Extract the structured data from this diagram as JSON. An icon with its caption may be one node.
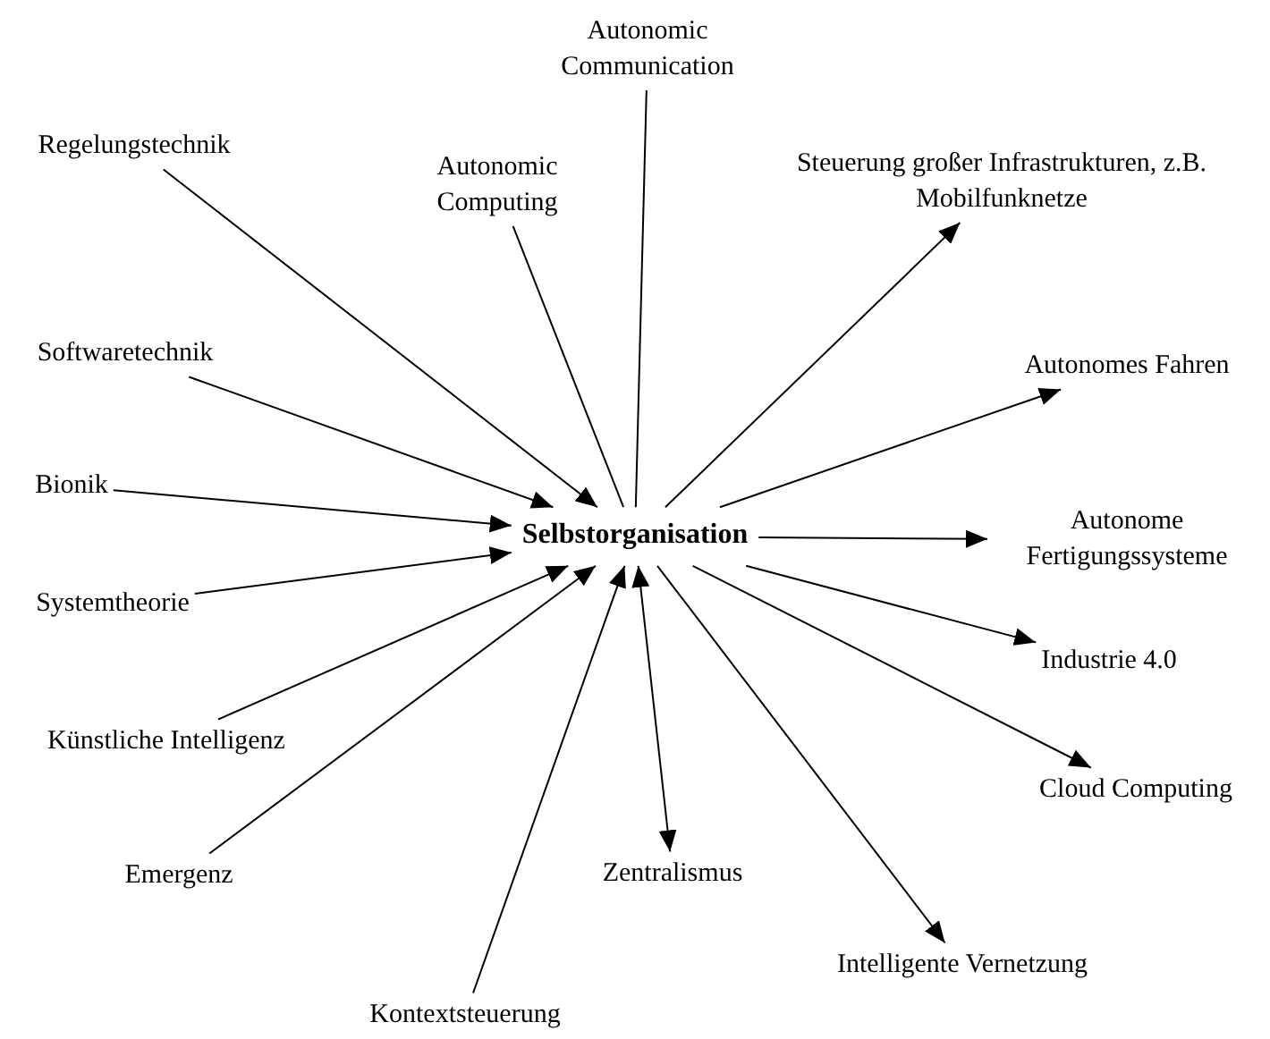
{
  "diagram": {
    "nodes": [
      {
        "text": [
          "Selbstorganisation"
        ]
      },
      {
        "text": [
          "Regelungstechnik"
        ]
      },
      {
        "text": [
          "Softwaretechnik"
        ]
      },
      {
        "text": [
          "Bionik"
        ]
      },
      {
        "text": [
          "Systemtheorie"
        ]
      },
      {
        "text": [
          "Künstliche Intelligenz"
        ]
      },
      {
        "text": [
          "Emergenz"
        ]
      },
      {
        "text": [
          "Kontextsteuerung"
        ]
      },
      {
        "text": [
          "Autonomic Computing"
        ]
      },
      {
        "text": [
          "Autonomic Communication"
        ]
      },
      {
        "text": [
          "Zentralismus"
        ]
      },
      {
        "text": [
          "Steuerung großer Infrastrukturen, z.B. Mobilfunknetze"
        ]
      },
      {
        "text": [
          "Autonomes Fahren"
        ]
      },
      {
        "text": [
          "Autonome Fertigungssysteme"
        ]
      },
      {
        "text": [
          "Industrie 4.0"
        ]
      },
      {
        "text": [
          "Cloud Computing"
        ]
      },
      {
        "text": [
          "Intelligente Vernetzung"
        ]
      }
    ],
    "edges": [
      {
        "from": 1,
        "to": 0,
        "arrow": "to"
      },
      {
        "from": 2,
        "to": 0,
        "arrow": "to"
      },
      {
        "from": 3,
        "to": 0,
        "arrow": "to"
      },
      {
        "from": 4,
        "to": 0,
        "arrow": "to"
      },
      {
        "from": 5,
        "to": 0,
        "arrow": "to"
      },
      {
        "from": 6,
        "to": 0,
        "arrow": "to"
      },
      {
        "from": 7,
        "to": 0,
        "arrow": "to"
      },
      {
        "from": 8,
        "to": 0,
        "arrow": "none"
      },
      {
        "from": 9,
        "to": 0,
        "arrow": "none"
      },
      {
        "from": 0,
        "to": 10,
        "arrow": "both"
      },
      {
        "from": 0,
        "to": 11,
        "arrow": "to"
      },
      {
        "from": 0,
        "to": 12,
        "arrow": "to"
      },
      {
        "from": 0,
        "to": 13,
        "arrow": "to"
      },
      {
        "from": 0,
        "to": 14,
        "arrow": "to"
      },
      {
        "from": 0,
        "to": 15,
        "arrow": "to"
      },
      {
        "from": 0,
        "to": 16,
        "arrow": "to"
      }
    ]
  }
}
